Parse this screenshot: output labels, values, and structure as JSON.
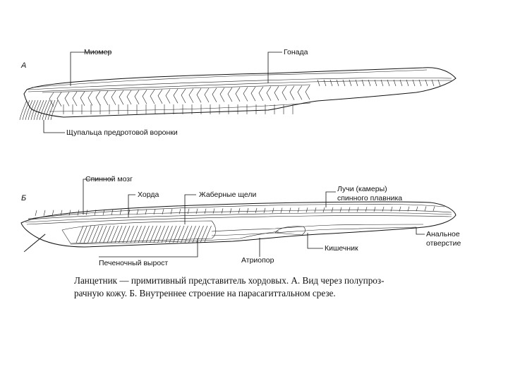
{
  "figure": {
    "panel_a": {
      "letter": "А",
      "labels": {
        "miomer": "Миомер",
        "gonada": "Гонада",
        "tentacles": "Щупальца предротовой воронки"
      }
    },
    "panel_b": {
      "letter": "Б",
      "labels": {
        "spinal_cord": "Спинной мозг",
        "chord": "Хорда",
        "gill_slits": "Жаберные  щели",
        "fin_rays_1": "Лучи (камеры)",
        "fin_rays_2": "спинного плавника",
        "anal_1": "Анальное",
        "anal_2": "отверстие",
        "intestine": "Кишечник",
        "atriopore": "Атриопор",
        "liver": "Печеночный вырост"
      }
    },
    "caption": {
      "line1": "Ланцетник — примитивный представитель хордовых. А. Вид через полупроз-",
      "line2": "рачную кожу. Б. Внутреннее строение на парасагиттальном срезе."
    }
  }
}
